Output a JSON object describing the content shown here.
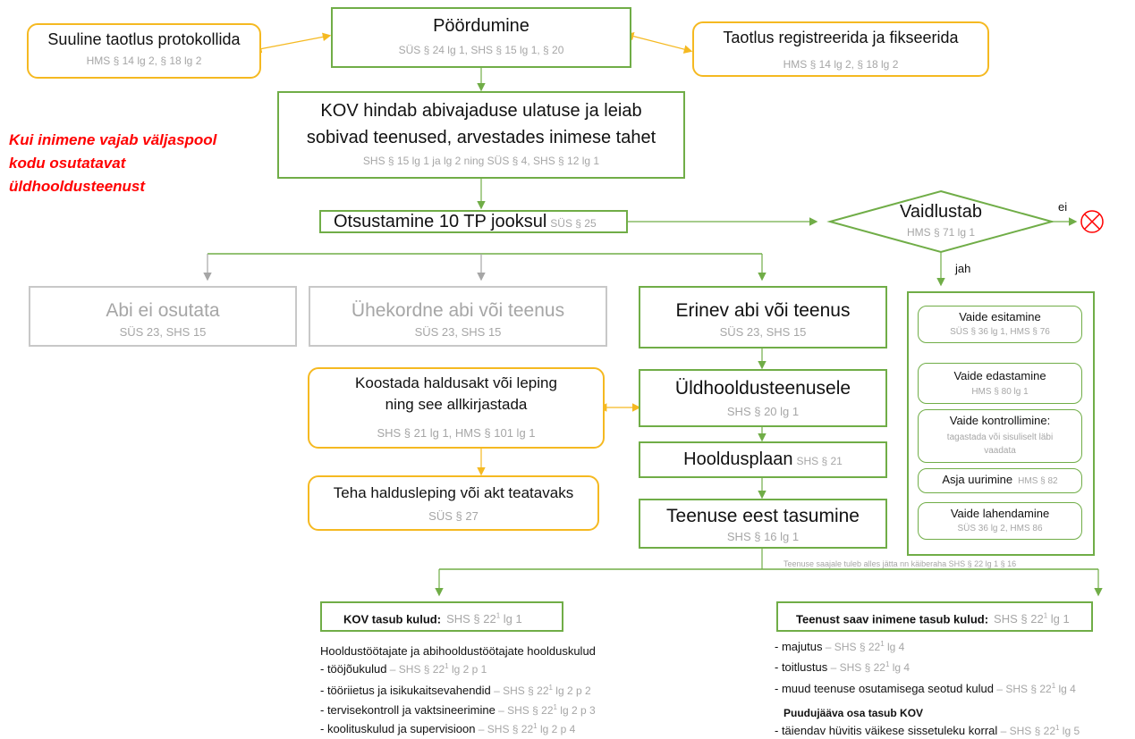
{
  "colors": {
    "green": "#70ad47",
    "yellow": "#f5b921",
    "gray": "#a6a6a6",
    "red": "#ff0000"
  },
  "top": {
    "left": {
      "title": "Suuline taotlus protokollida",
      "ref": "HMS § 14 lg 2, § 18 lg 2"
    },
    "center": {
      "title": "Pöördumine",
      "ref": "SÜS § 24 lg 1, SHS § 15 lg 1, § 20"
    },
    "right": {
      "title": "Taotlus registreerida ja fikseerida",
      "ref": "HMS § 14 lg 2, § 18 lg 2"
    }
  },
  "kov": {
    "line1": "KOV hindab abivajaduse ulatuse ja leiab",
    "line2": "sobivad teenused, arvestades inimese tahet",
    "ref": "SHS § 15 lg 1 ja lg 2 ning SÜS  § 4, SHS § 12 lg 1"
  },
  "note": {
    "line1": "Kui inimene vajab väljaspool",
    "line2": "kodu osutatavat",
    "line3": "üldhooldusteenust"
  },
  "decision": {
    "title": "Otsustamine 10 TP jooksul",
    "ref": "SÜS § 25"
  },
  "dispute": {
    "title": "Vaidlustab",
    "ref": "HMS § 71 lg 1",
    "no": "ei",
    "yes": "jah",
    "end_icon": "circle-x-icon"
  },
  "outcomes": [
    {
      "title": "Abi ei osutata",
      "ref": "SÜS 23, SHS 15"
    },
    {
      "title": "Ühekordne abi või teenus",
      "ref": "SÜS 23, SHS 15"
    },
    {
      "title": "Erinev abi või teenus",
      "ref": "SÜS 23, SHS 15"
    }
  ],
  "admin": {
    "act": {
      "line1": "Koostada haldusakt või leping",
      "line2": "ning see allkirjastada",
      "ref": "SHS § 21 lg 1, HMS § 101 lg 1"
    },
    "publish": {
      "title": "Teha haldusleping või akt teatavaks",
      "ref": "SÜS § 27"
    }
  },
  "chain": {
    "care": {
      "title": "Üldhooldusteenusele",
      "ref": "SHS § 20 lg 1"
    },
    "plan": {
      "title": "Hooldusplaan",
      "ref": "SHS § 21"
    },
    "payment": {
      "title": "Teenuse eest tasumine",
      "ref": "SHS § 16 lg 1"
    }
  },
  "appeal": {
    "steps": [
      {
        "title": "Vaide esitamine",
        "ref": "SÜS § 36 lg 1, HMS § 76"
      },
      {
        "title": "Vaide edastamine",
        "ref": "HMS § 80 lg 1"
      },
      {
        "title": "Vaide kontrollimine:",
        "ref": "tagastada või sisuliselt läbi vaadata"
      },
      {
        "title": "Asja uurimine",
        "ref": "HMS § 82"
      },
      {
        "title": "Vaide lahendamine",
        "ref": "SÜS 36 lg 2, HMS 86"
      }
    ]
  },
  "pocket_money": "Teenuse saajale tuleb alles jätta nn käiberaha SHS § 22 lg 1 § 16",
  "costs": {
    "kov": {
      "title": "KOV tasub kulud:",
      "ref": "SHS § 22",
      "ref_sup": "1",
      "ref_tail": " lg 1",
      "heading": "Hooldustöötajate ja abihooldustöötajate hoolduskulud",
      "items": [
        {
          "text": "- tööjõukulud",
          "ref": " – SHS § 22",
          "sup": "1",
          "tail": " lg 2 p 1"
        },
        {
          "text": "- tööriietus ja isikukaitsevahendid",
          "ref": " – SHS § 22",
          "sup": "1",
          "tail": " lg 2 p 2"
        },
        {
          "text": "- tervisekontroll ja vaktsineerimine",
          "ref": " – SHS § 22",
          "sup": "1",
          "tail": " lg 2 p 3"
        },
        {
          "text": "- koolituskulud ja supervisioon",
          "ref": " – SHS § 22",
          "sup": "1",
          "tail": " lg 2 p 4"
        }
      ]
    },
    "person": {
      "title": "Teenust saav inimene tasub kulud:",
      "ref": "SHS § 22",
      "ref_sup": "1",
      "ref_tail": " lg 1",
      "items": [
        {
          "text": "- majutus",
          "ref": " – SHS § 22",
          "sup": "1",
          "tail": " lg 4"
        },
        {
          "text": "- toitlustus",
          "ref": " – SHS § 22",
          "sup": "1",
          "tail": " lg 4"
        },
        {
          "text": "- muud teenuse osutamisega seotud kulud",
          "ref": " – SHS § 22",
          "sup": "1",
          "tail": " lg 4"
        }
      ],
      "remainder_title": "Puudujääva osa tasub KOV",
      "remainder_item": {
        "text": "- täiendav hüvitis väikese sissetuleku korral",
        "ref": " – SHS § 22",
        "sup": "1",
        "tail": " lg 5"
      }
    }
  }
}
